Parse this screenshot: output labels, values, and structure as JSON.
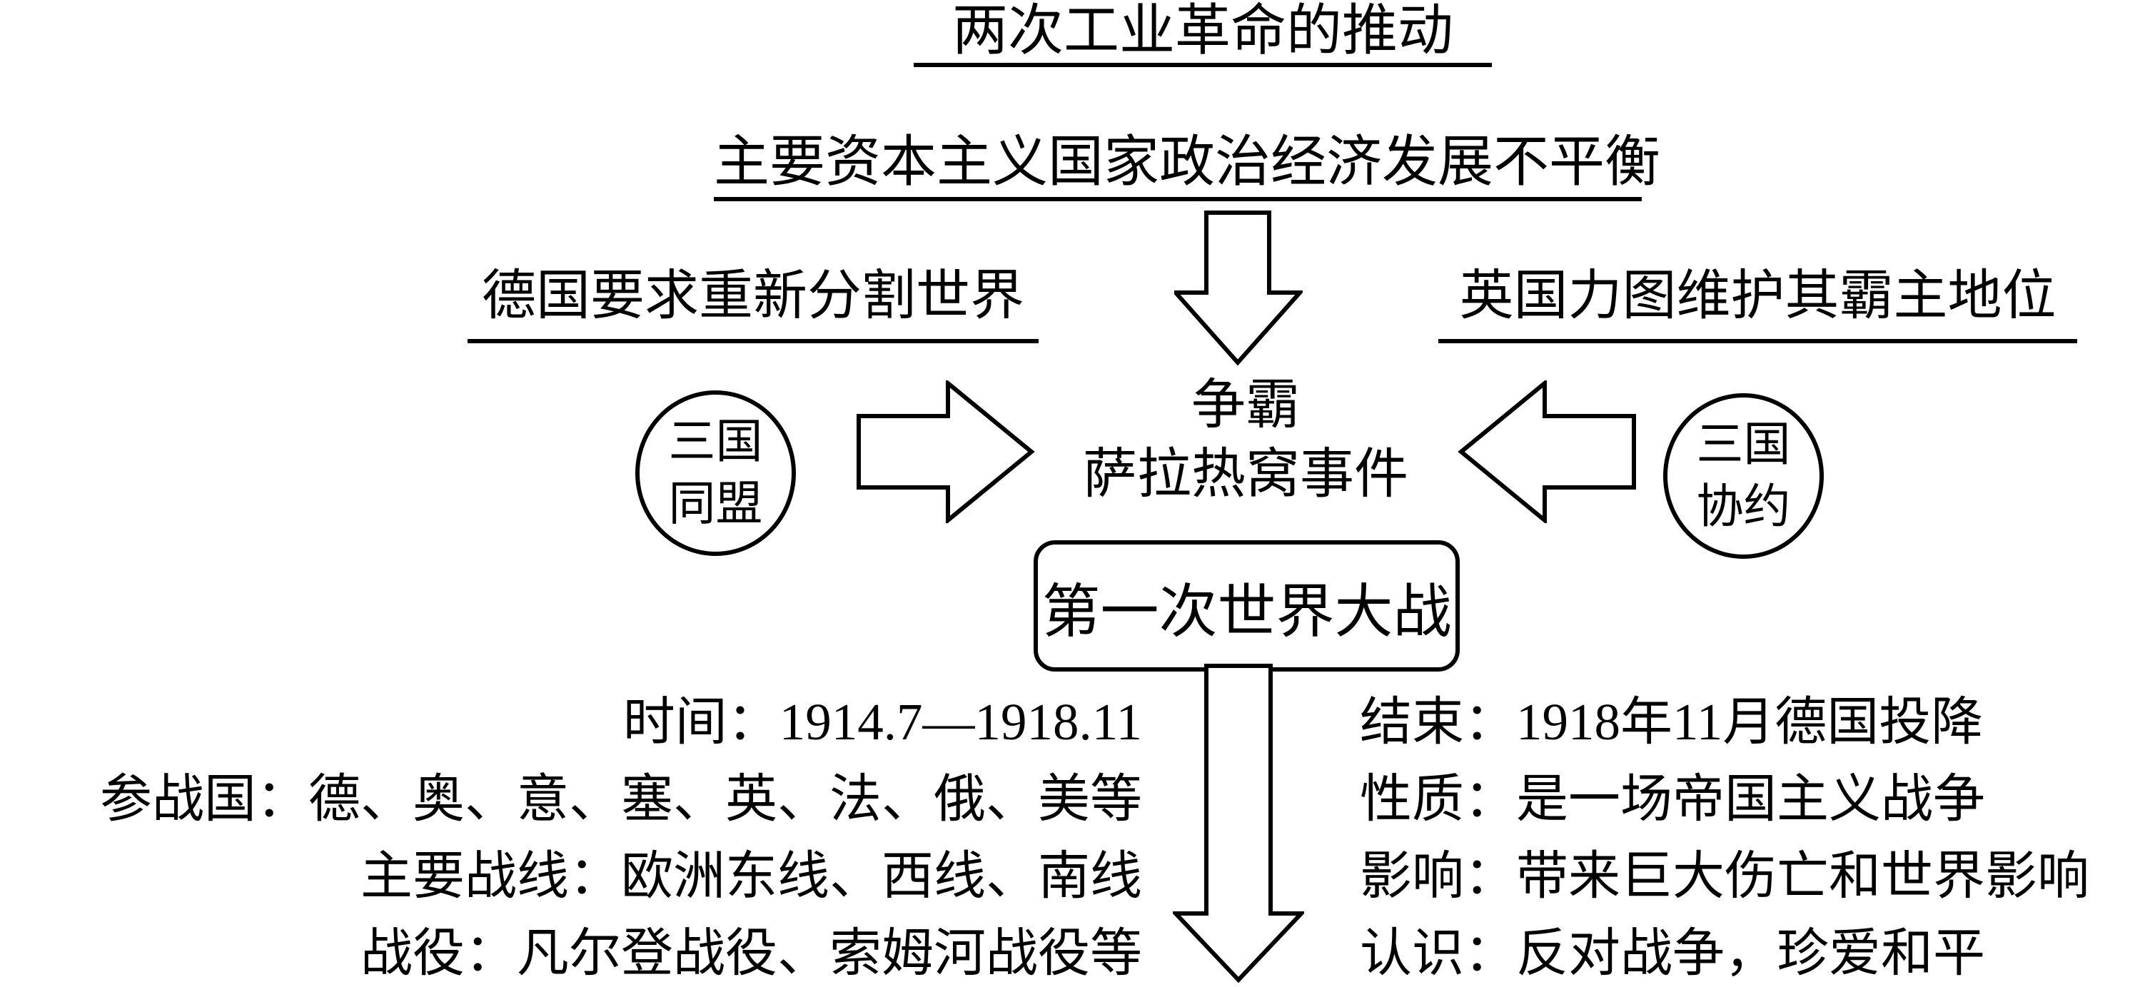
{
  "diagram": {
    "causes": {
      "industrial": "两次工业革命的推动",
      "imbalance": "主要资本主义国家政治经济发展不平衡",
      "germany": "德国要求重新分割世界",
      "britain": "英国力图维护其霸主地位"
    },
    "center": {
      "line1": "争霸",
      "line2": "萨拉热窝事件"
    },
    "alliance_left": {
      "line1": "三国",
      "line2": "同盟"
    },
    "alliance_right": {
      "line1": "三国",
      "line2": "协约"
    },
    "war_box": "第一次世界大战",
    "details_left": [
      "时间：1914.7—1918.11",
      "参战国：德、奥、意、塞、英、法、俄、美等",
      "主要战线：欧洲东线、西线、南线",
      "战役：凡尔登战役、索姆河战役等"
    ],
    "details_right": [
      "结束：1918年11月德国投降",
      "性质：是一场帝国主义战争",
      "影响：带来巨大伤亡和世界影响",
      "认识：反对战争，珍爱和平"
    ],
    "colors": {
      "ink": "#000000",
      "background": "#ffffff"
    }
  }
}
